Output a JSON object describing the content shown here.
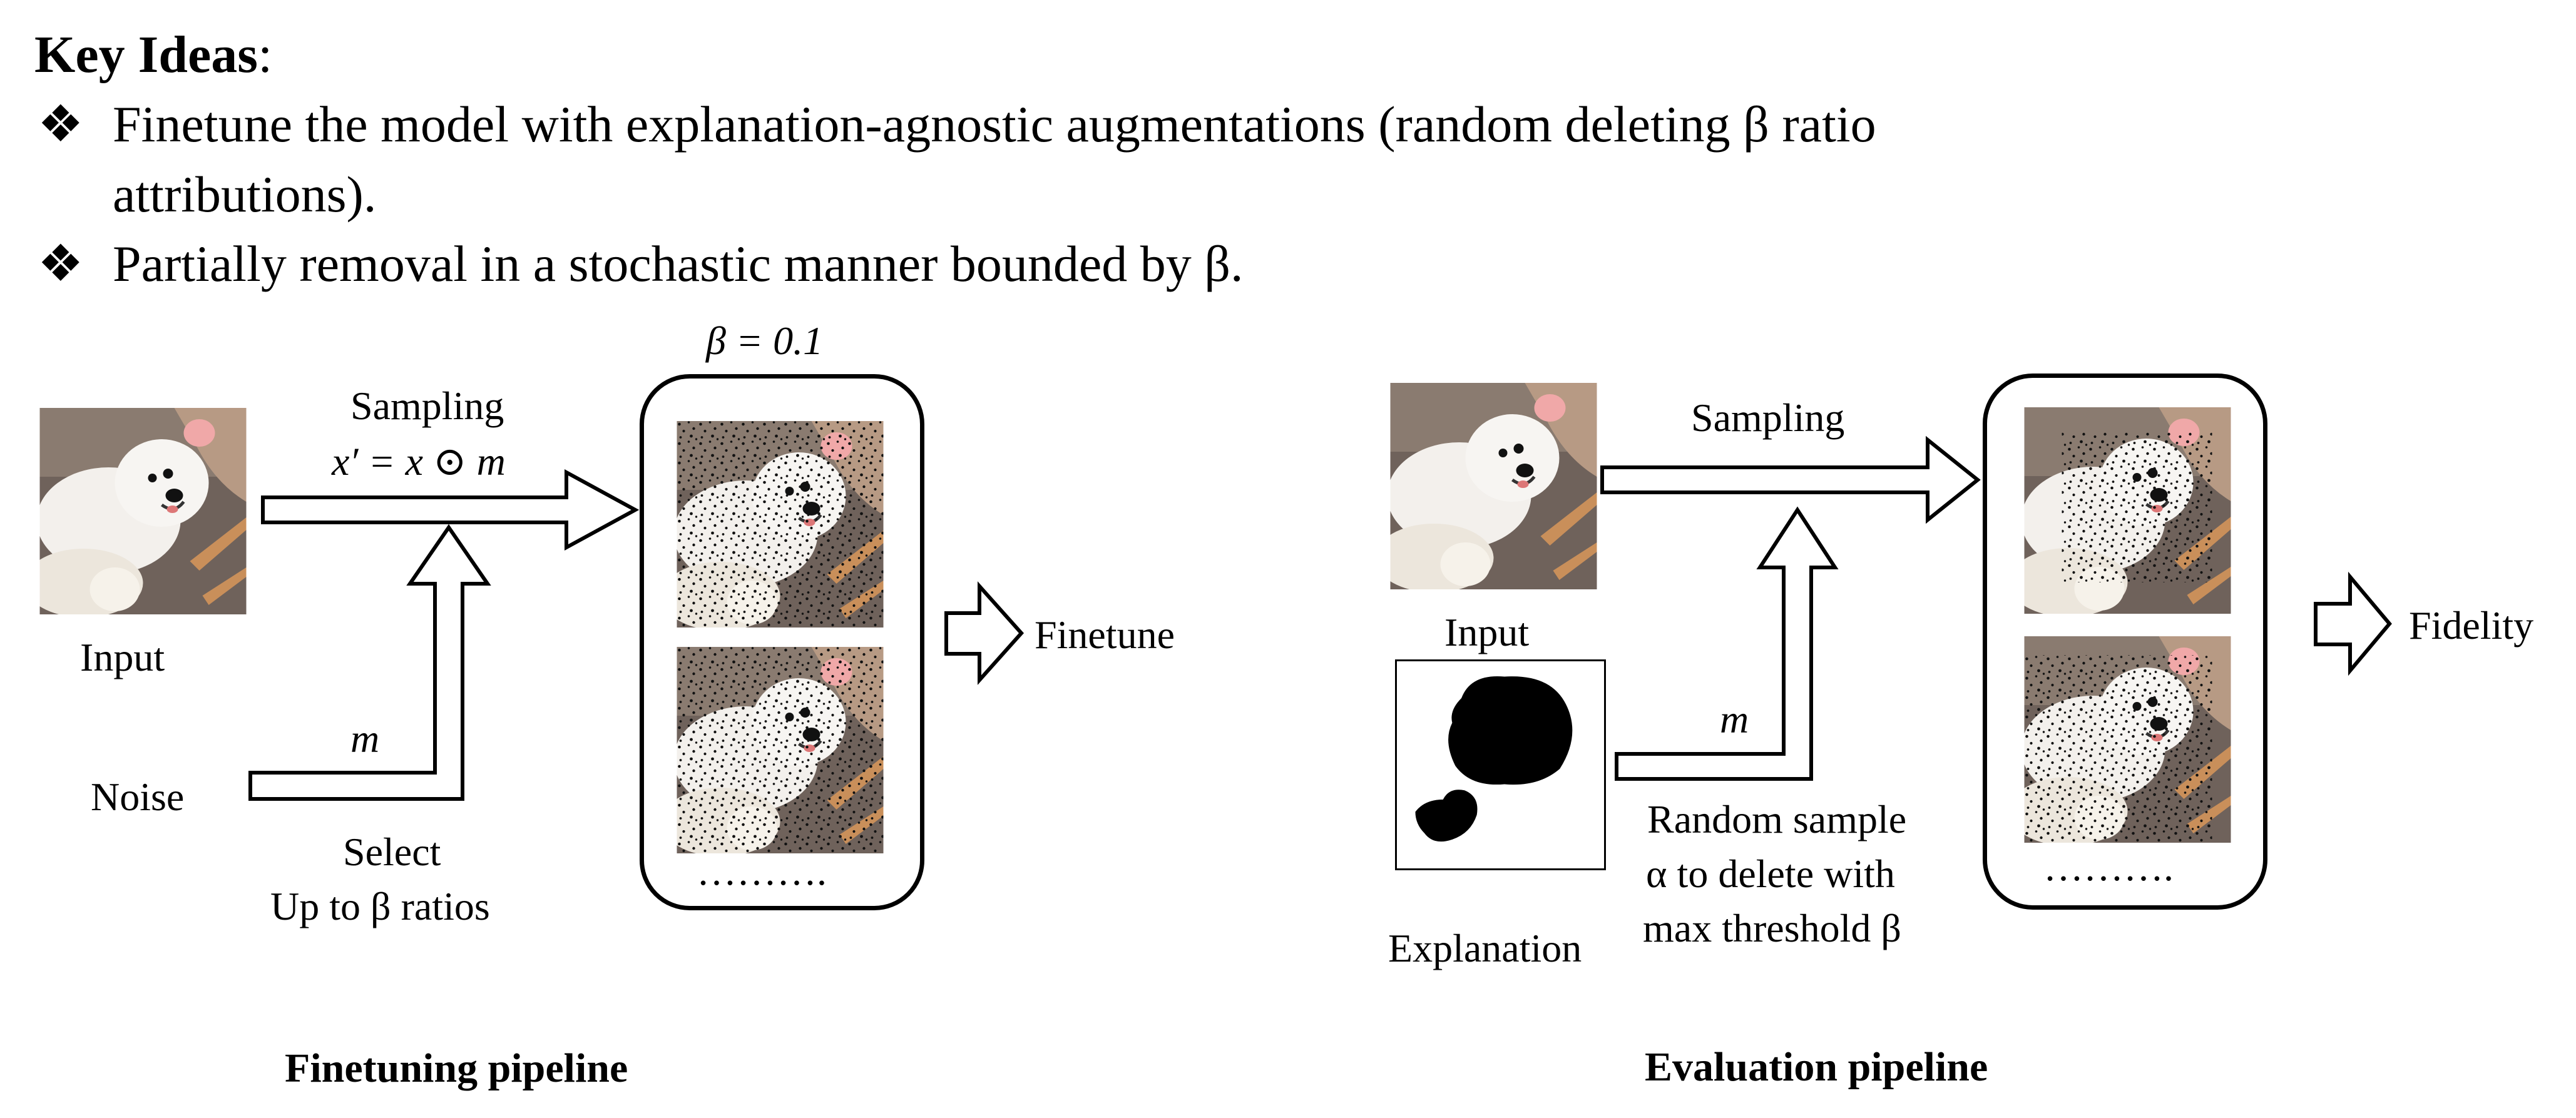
{
  "header": {
    "title": "Key Ideas",
    "title_suffix": ":",
    "bullet_glyph": "❖",
    "bullet1_line1": "Finetune the model with explanation-agnostic augmentations (random deleting β ratio",
    "bullet1_line2": "attributions).",
    "bullet2": "Partially removal in a stochastic manner bounded by β."
  },
  "finetuning": {
    "beta_label": "β = 0.1",
    "input_label": "Input",
    "sampling_label": "Sampling",
    "formula": "x′ = x ⊙ m",
    "m_label": "m",
    "noise_label": "Noise",
    "select_line1": "Select",
    "select_line2": "Up to β ratios",
    "ellipsis": "……….",
    "output_label": "Finetune",
    "caption": "Finetuning pipeline"
  },
  "evaluation": {
    "input_label": "Input",
    "sampling_label": "Sampling",
    "m_label": "m",
    "explanation_label": "Explanation",
    "random_line1": "Random sample",
    "random_line2": "α to delete with",
    "random_line3": "max threshold β",
    "ellipsis": "……….",
    "output_label": "Fidelity",
    "caption": "Evaluation pipeline"
  },
  "icons": {
    "bullet": "diamond-bullet-icon",
    "arrow": "hollow-block-arrow-icon",
    "photo": "white-dog-photo"
  }
}
